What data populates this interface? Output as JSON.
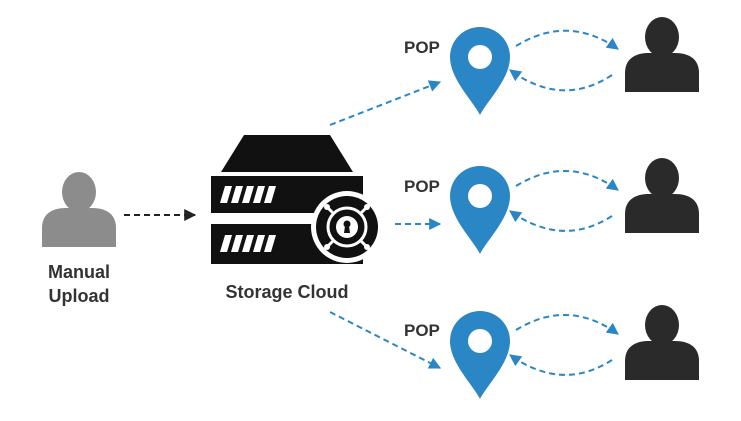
{
  "labels": {
    "manual_upload_line1": "Manual",
    "manual_upload_line2": "Upload",
    "storage_cloud": "Storage Cloud",
    "pops": [
      "POP",
      "POP",
      "POP"
    ]
  },
  "colors": {
    "upload_user": "#8c8c8c",
    "end_user": "#2a2a2a",
    "pin": "#2b86c5",
    "server": "#111111",
    "flow_arrow": "#2b86c5",
    "upload_arrow": "#222222"
  },
  "icons": {
    "upload_user": "user-silhouette-icon",
    "server": "server-rack-icon",
    "vault": "vault-lock-icon",
    "pop": "map-pin-icon",
    "end_user": "user-silhouette-icon"
  }
}
